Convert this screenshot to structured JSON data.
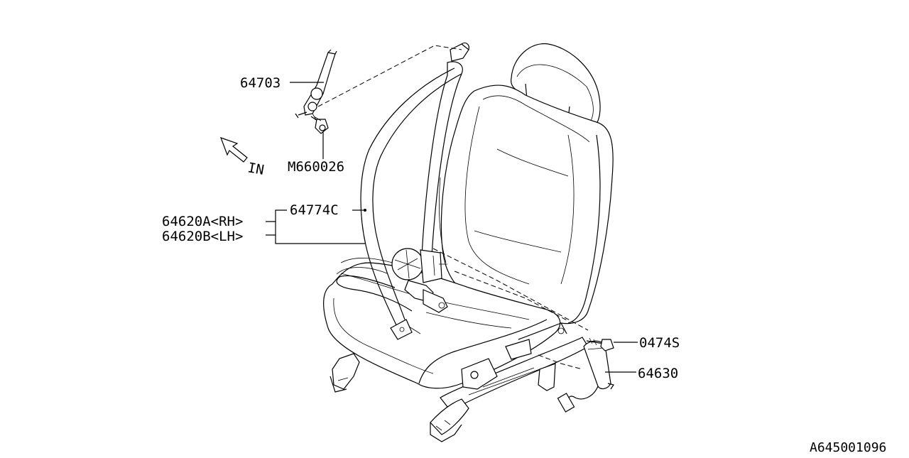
{
  "callouts": [
    {
      "part": "64703"
    },
    {
      "part": "M660026"
    },
    {
      "part": "64774C"
    },
    {
      "part": "64620A<RH>"
    },
    {
      "part": "64620B<LH>"
    },
    {
      "part": "0474S"
    },
    {
      "part": "64630"
    }
  ],
  "direction_label": "IN",
  "figure_id": "A645001096"
}
